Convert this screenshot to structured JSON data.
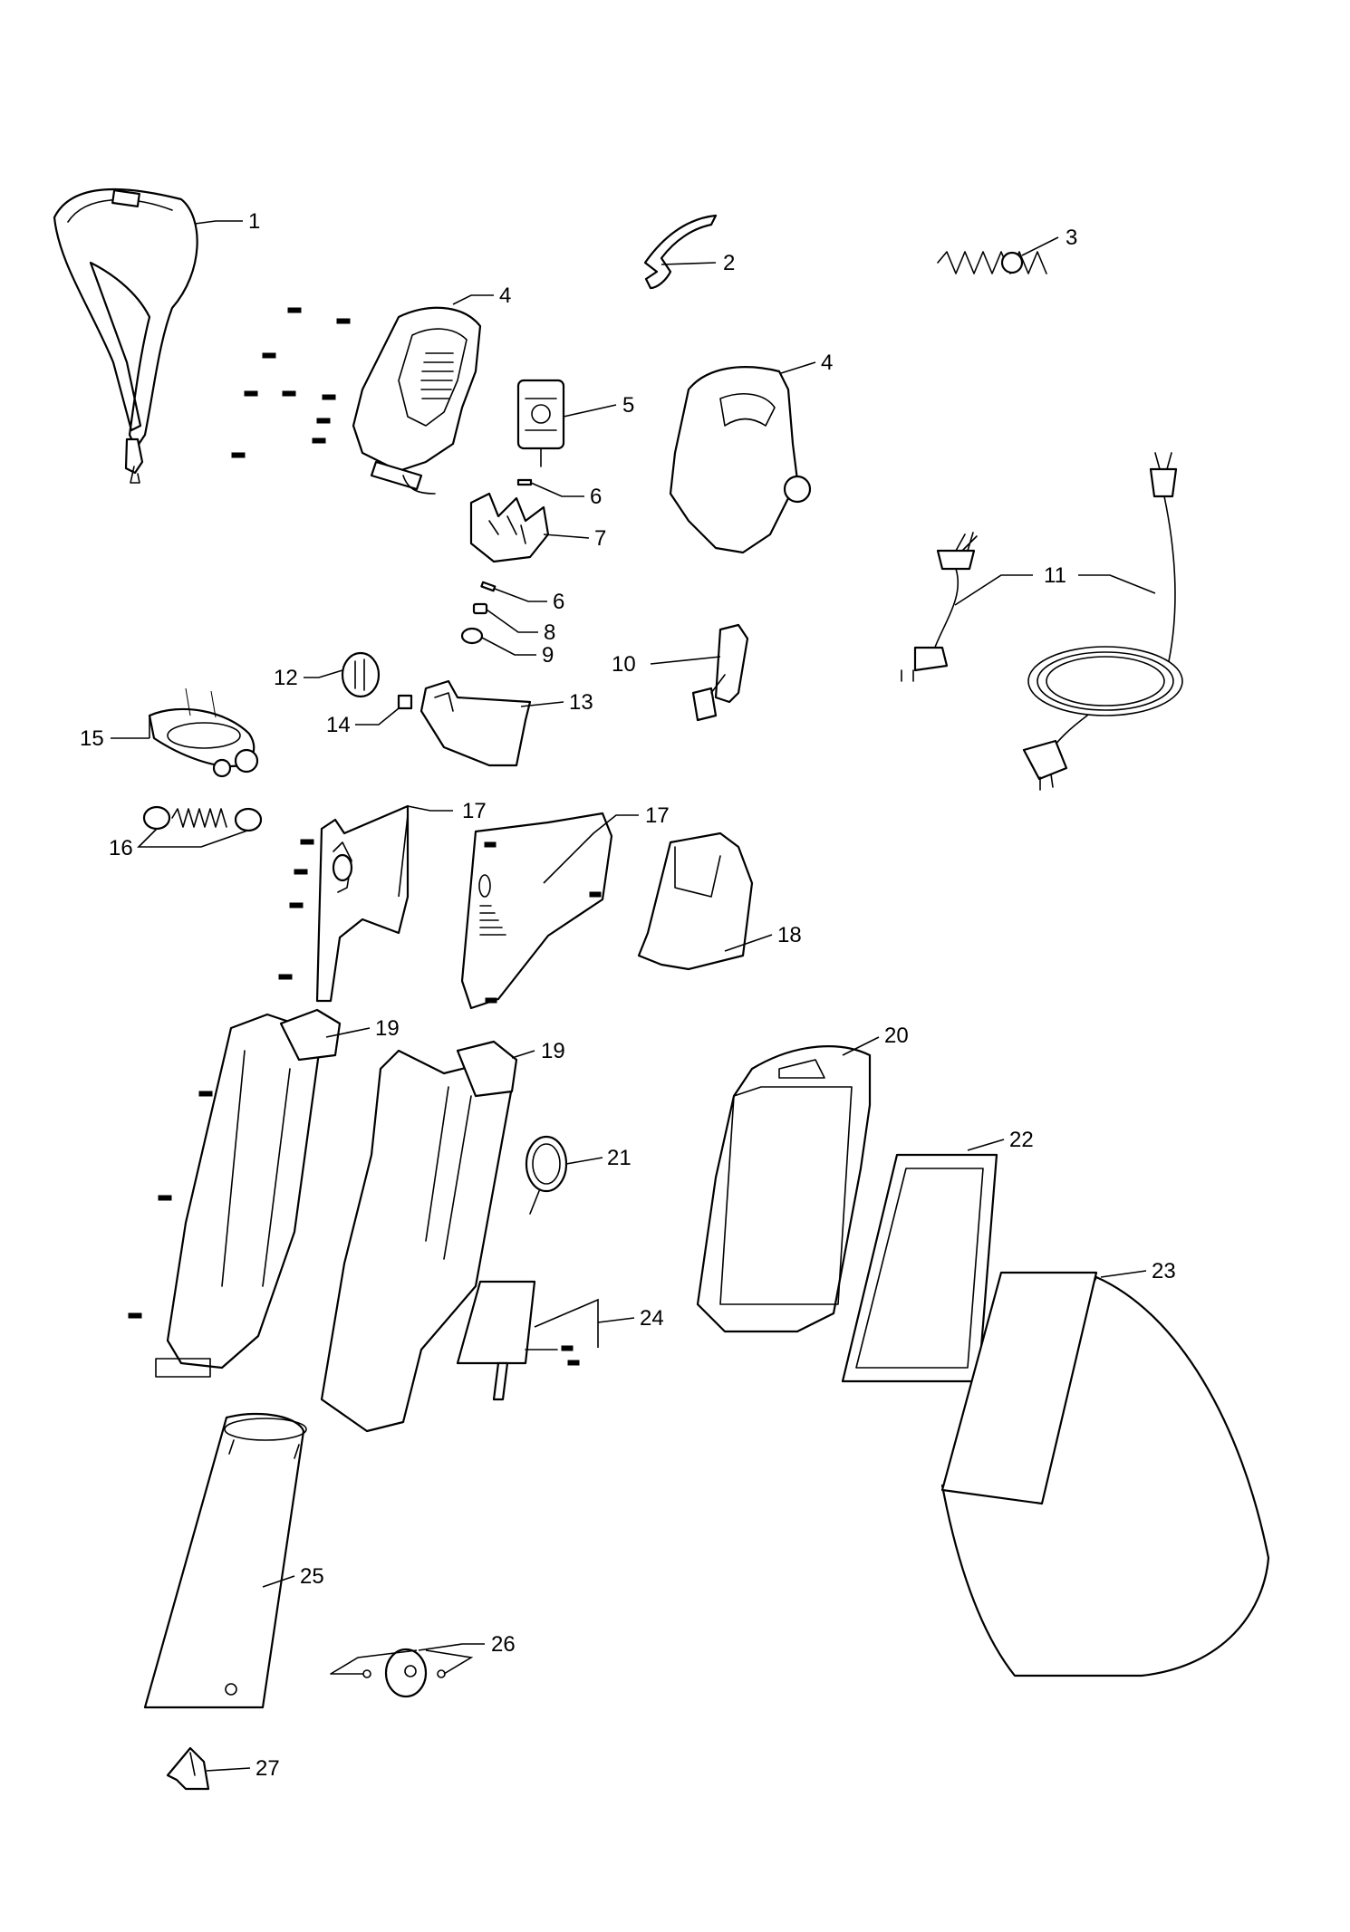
{
  "labels": {
    "l1": "1",
    "l2": "2",
    "l3": "3",
    "l4a": "4",
    "l4b": "4",
    "l5": "5",
    "l6a": "6",
    "l6b": "6",
    "l7": "7",
    "l8": "8",
    "l9": "9",
    "l10": "10",
    "l11": "11",
    "l12": "12",
    "l13": "13",
    "l14": "14",
    "l15": "15",
    "l16": "16",
    "l17a": "17",
    "l17b": "17",
    "l18": "18",
    "l19a": "19",
    "l19b": "19",
    "l20": "20",
    "l21": "21",
    "l22": "22",
    "l23": "23",
    "l24": "24",
    "l25": "25",
    "l26": "26",
    "l27": "27"
  }
}
